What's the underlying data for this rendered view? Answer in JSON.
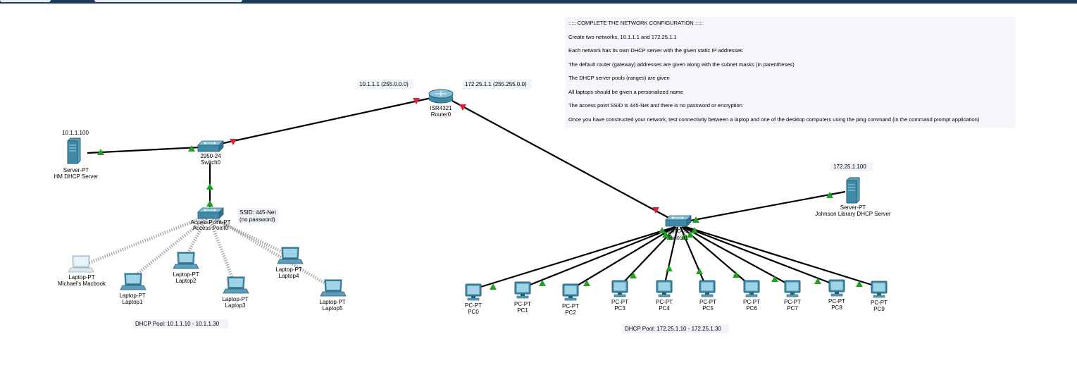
{
  "instructions": {
    "title": "::::: COMPLETE THE NETWORK CONFIGURATION :::::",
    "lines": [
      "Create two networks, 10.1.1.1 and 172.25.1.1",
      "Each network has its own DHCP server with the given static IP addresses",
      "The default router (gateway) addresses are given along with the subnet masks (in parentheses)",
      "The DHCP server pools (ranges) are given",
      "All laptops should be given a personalized name",
      "The access point SSID is 445-Net and there is no password or encryption",
      "Once you have constructed your network, test connectivity between a laptop and one of the desktop computers using the ping command (in the command prompt application)"
    ]
  },
  "router": {
    "model": "ISR4321",
    "name": "Router0",
    "left_ip": "10.1.1.1 (255.0.0.0)",
    "right_ip": "172.25.1.1 (255.255.0.0)"
  },
  "network_a": {
    "server": {
      "type": "Server-PT",
      "name": "HM DHCP Server",
      "ip": "10.1.1.100"
    },
    "switch": {
      "model": "2950-24",
      "name": "Switch0"
    },
    "access_point": {
      "type": "AccessPoint-PT",
      "name": "Access Point0",
      "ssid": "SSID: 445-Net",
      "password_note": "(no password)"
    },
    "laptops": [
      {
        "type": "Laptop-PT",
        "name": "Michael's Macbook"
      },
      {
        "type": "Laptop-PT",
        "name": "Laptop1"
      },
      {
        "type": "Laptop-PT",
        "name": "Laptop2"
      },
      {
        "type": "Laptop-PT",
        "name": "Laptop3"
      },
      {
        "type": "Laptop-PT",
        "name": "Laptop4"
      },
      {
        "type": "Laptop-PT",
        "name": "Laptop5"
      }
    ],
    "dhcp_pool": "DHCP Pool:  10.1.1.10 - 10.1.1.30"
  },
  "network_b": {
    "server": {
      "type": "Server-PT",
      "name": "Johnson Library DHCP Server",
      "ip": "172.25.1.100"
    },
    "switch": {
      "model": "2950-24",
      "name": "Switch1"
    },
    "pcs": [
      {
        "type": "PC-PT",
        "name": "PC0"
      },
      {
        "type": "PC-PT",
        "name": "PC1"
      },
      {
        "type": "PC-PT",
        "name": "PC2"
      },
      {
        "type": "PC-PT",
        "name": "PC3"
      },
      {
        "type": "PC-PT",
        "name": "PC4"
      },
      {
        "type": "PC-PT",
        "name": "PC5"
      },
      {
        "type": "PC-PT",
        "name": "PC6"
      },
      {
        "type": "PC-PT",
        "name": "PC7"
      },
      {
        "type": "PC-PT",
        "name": "PC8"
      },
      {
        "type": "PC-PT",
        "name": "PC9"
      }
    ],
    "dhcp_pool": "DHCP Pool:  172.25.1.10 - 172.25.1.30"
  },
  "colors": {
    "link_up": "#22a022",
    "link_down": "#dd2233",
    "device": "#3f8aa8",
    "device_dark": "#2a5f78"
  }
}
